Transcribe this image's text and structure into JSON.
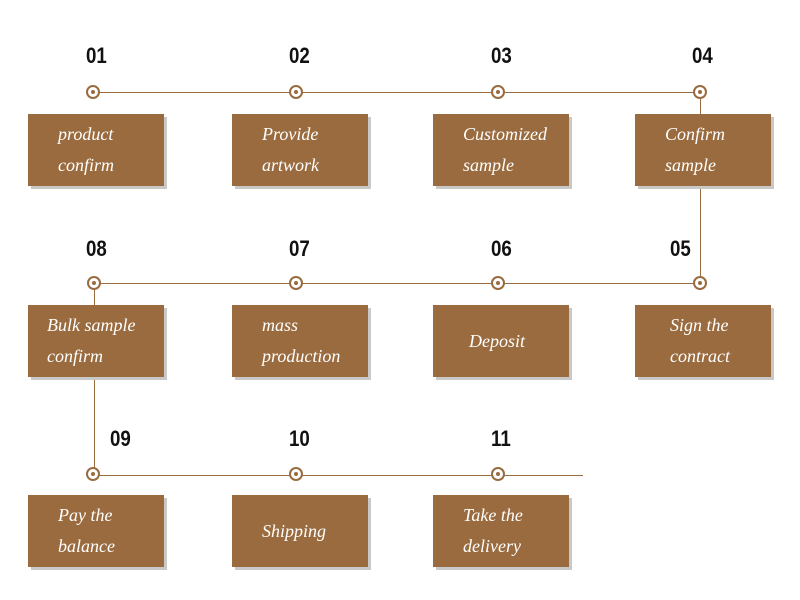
{
  "steps": [
    {
      "num": "01",
      "label": "product\nconfirm"
    },
    {
      "num": "02",
      "label": "Provide\nartwork"
    },
    {
      "num": "03",
      "label": "Customized\nsample"
    },
    {
      "num": "04",
      "label": "Confirm\nsample"
    },
    {
      "num": "05",
      "label": "Sign the\ncontract"
    },
    {
      "num": "06",
      "label": "Deposit"
    },
    {
      "num": "07",
      "label": "mass\nproduction"
    },
    {
      "num": "08",
      "label": "Bulk sample\nconfirm"
    },
    {
      "num": "09",
      "label": "Pay the\nbalance"
    },
    {
      "num": "10",
      "label": "Shipping"
    },
    {
      "num": "11",
      "label": "Take the\ndelivery"
    }
  ],
  "colors": {
    "accent": "#9a6b3e",
    "shadow": "#c9c9c9",
    "number": "#111111"
  }
}
